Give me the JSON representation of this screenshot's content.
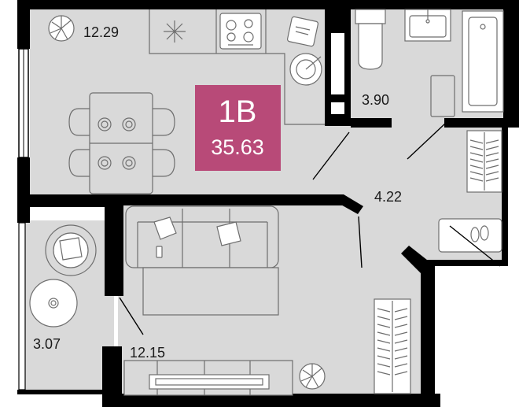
{
  "apartment": {
    "code": "1В",
    "total_area": "35.63",
    "badge_color": "#b84a78"
  },
  "rooms": {
    "kitchen": "12.29",
    "bathroom": "3.90",
    "hallway": "4.22",
    "living": "12.15",
    "balcony": "3.07"
  },
  "colors": {
    "floor": "#d9d9d9",
    "wall": "#000000"
  }
}
